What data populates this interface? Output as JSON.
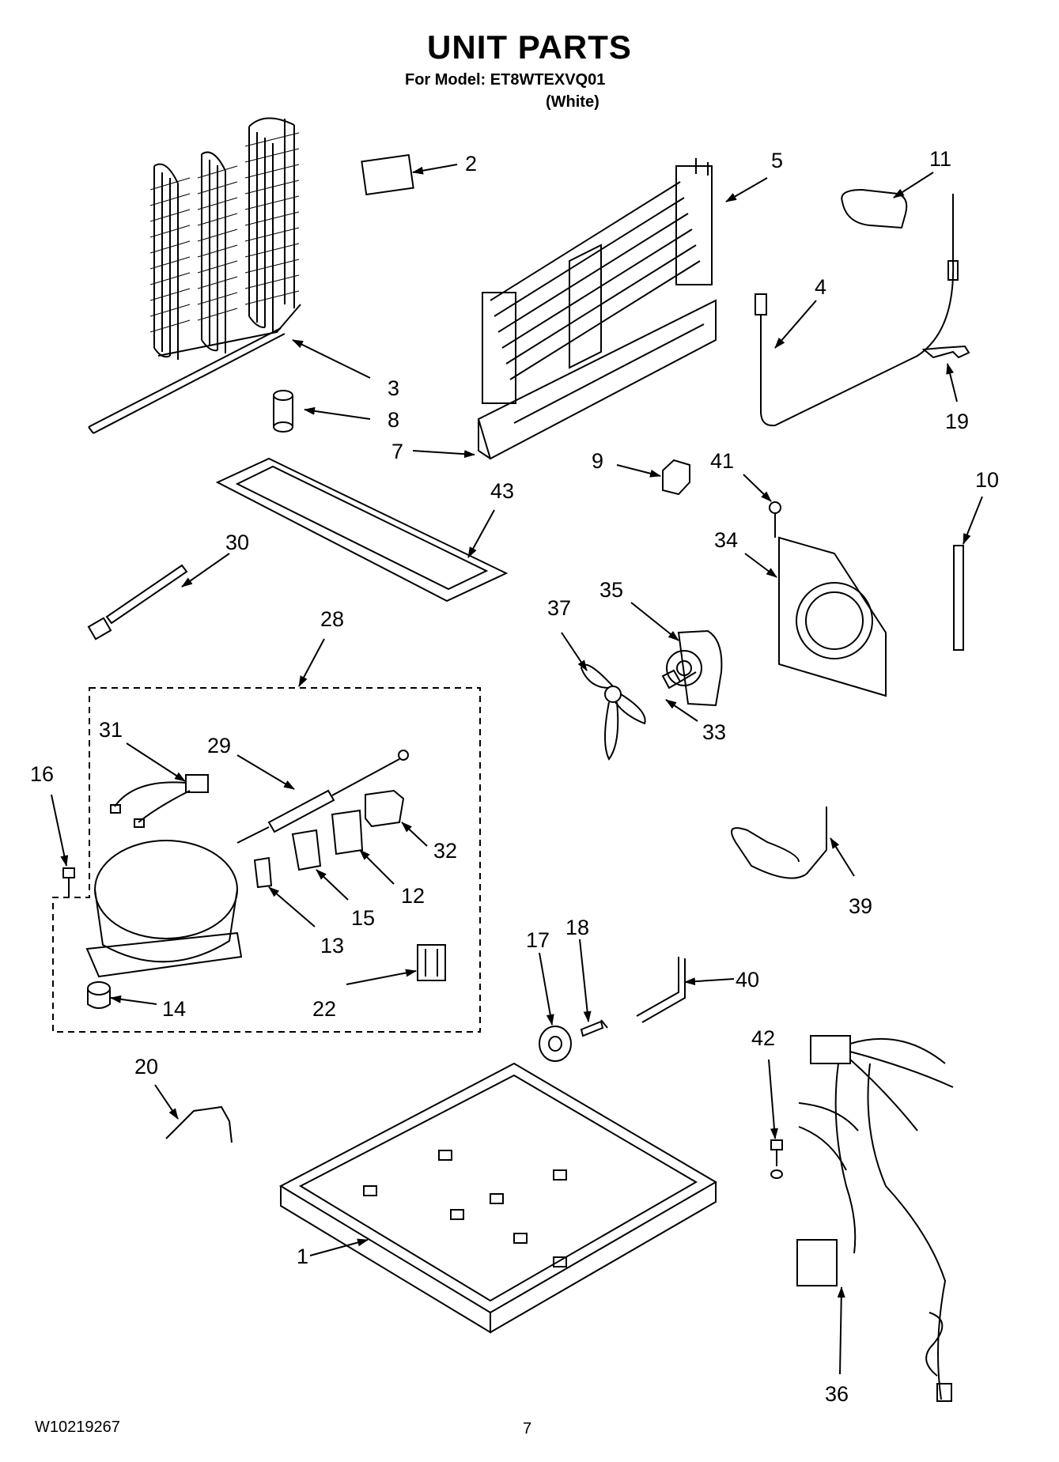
{
  "header": {
    "title": "UNIT PARTS",
    "model_line": "For Model: ET8WTEXVQ01",
    "color_line": "(White)"
  },
  "footer": {
    "doc_number": "W10219267",
    "page_number": "7"
  },
  "callouts": {
    "c1": "1",
    "c2": "2",
    "c3": "3",
    "c4": "4",
    "c5": "5",
    "c7": "7",
    "c8": "8",
    "c9": "9",
    "c10": "10",
    "c11": "11",
    "c12": "12",
    "c13": "13",
    "c14": "14",
    "c15": "15",
    "c16": "16",
    "c17": "17",
    "c18": "18",
    "c19": "19",
    "c20": "20",
    "c22": "22",
    "c28": "28",
    "c29": "29",
    "c30": "30",
    "c31": "31",
    "c32": "32",
    "c33": "33",
    "c34": "34",
    "c35": "35",
    "c36": "36",
    "c37": "37",
    "c39": "39",
    "c40": "40",
    "c41": "41",
    "c42": "42",
    "c43": "43"
  }
}
